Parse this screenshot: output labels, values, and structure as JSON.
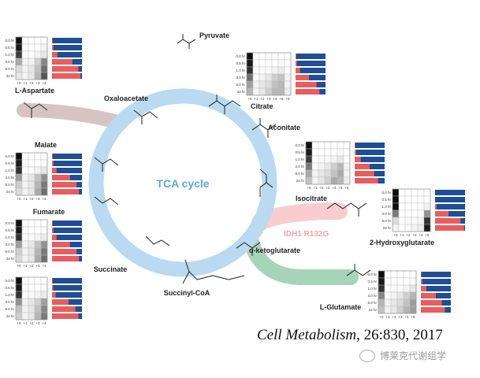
{
  "center_label": "TCA cycle",
  "enzyme_label": "IDH1 R132G",
  "citation": {
    "journal": "Cell Metabolism",
    "rest": ", 26:830, 2017"
  },
  "watermark": "博莱克代谢组学",
  "colors": {
    "cycle": "#b9daf1",
    "center_text": "#5aa9dc",
    "enzyme_text": "#f4a3a6",
    "heavy_bar": "#e85d5f",
    "light_bar": "#1f4e96",
    "pyruvate_band": "#8cc9a8",
    "aspartate_band": "#d6c0c0",
    "glutamate_band": "#9fd0b4",
    "idh_band": "#f8c9cb"
  },
  "metabolites": {
    "pyruvate": "Pyruvate",
    "citrate": "Citrate",
    "aconitate": "Aconitate",
    "isocitrate": "Isocitrate",
    "akg": "α-ketoglutarate",
    "succinyl_coa": "Succinyl-CoA",
    "succinate": "Succinate",
    "fumarate": "Fumarate",
    "malate": "Malate",
    "oxaloacetate": "Oxaloacetate",
    "aspartate": "L-Aspartate",
    "glutamate": "L-Glutamate",
    "hg": "2-Hydroxyglutarate"
  },
  "time_labels": [
    "0.0 hr",
    "0.5 hr",
    "1.0 hr",
    "3.0 hr",
    "8.0 hr",
    "24 hr"
  ],
  "panels": [
    {
      "name": "aspartate",
      "isotopologues": [
        "+0",
        "+1",
        "+2",
        "+3",
        "+4"
      ],
      "heatmap": [
        [
          1,
          0,
          0,
          0,
          0
        ],
        [
          0.95,
          0,
          0,
          0,
          0.05
        ],
        [
          0.8,
          0,
          0,
          0.05,
          0.1
        ],
        [
          0.35,
          0.05,
          0.05,
          0.2,
          0.5
        ],
        [
          0.15,
          0.05,
          0.1,
          0.25,
          0.6
        ],
        [
          0.1,
          0.05,
          0.1,
          0.3,
          0.7
        ]
      ],
      "labeled_fraction": [
        0.02,
        0.05,
        0.18,
        0.68,
        0.88,
        0.95
      ]
    },
    {
      "name": "citrate",
      "isotopologues": [
        "+0",
        "+1",
        "+2",
        "+3",
        "+4",
        "+5",
        "+6"
      ],
      "heatmap": [
        [
          1,
          0,
          0,
          0,
          0,
          0,
          0
        ],
        [
          0.95,
          0,
          0,
          0,
          0,
          0.02,
          0
        ],
        [
          0.85,
          0,
          0.02,
          0.02,
          0.05,
          0.08,
          0
        ],
        [
          0.6,
          0.02,
          0.05,
          0.1,
          0.2,
          0.25,
          0.05
        ],
        [
          0.4,
          0.05,
          0.1,
          0.15,
          0.25,
          0.3,
          0.05
        ],
        [
          0.3,
          0.05,
          0.1,
          0.2,
          0.3,
          0.3,
          0.08
        ]
      ],
      "labeled_fraction": [
        0.02,
        0.05,
        0.15,
        0.45,
        0.7,
        0.8
      ]
    },
    {
      "name": "isocitrate",
      "isotopologues": [
        "+0",
        "+1",
        "+2",
        "+3",
        "+4",
        "+5",
        "+6"
      ],
      "heatmap": [
        [
          1,
          0,
          0,
          0,
          0,
          0,
          0
        ],
        [
          0.95,
          0,
          0,
          0,
          0,
          0.02,
          0
        ],
        [
          0.8,
          0,
          0.02,
          0.02,
          0.05,
          0.1,
          0
        ],
        [
          0.55,
          0.02,
          0.05,
          0.1,
          0.2,
          0.3,
          0.05
        ],
        [
          0.35,
          0.05,
          0.1,
          0.15,
          0.25,
          0.35,
          0.05
        ],
        [
          0.25,
          0.05,
          0.1,
          0.2,
          0.35,
          0.3,
          0.08
        ]
      ],
      "labeled_fraction": [
        0.02,
        0.05,
        0.2,
        0.5,
        0.65,
        0.78
      ]
    },
    {
      "name": "malate",
      "isotopologues": [
        "+0",
        "+1",
        "+2",
        "+3",
        "+4"
      ],
      "heatmap": [
        [
          1,
          0,
          0,
          0,
          0
        ],
        [
          0.95,
          0,
          0,
          0,
          0.02
        ],
        [
          0.85,
          0,
          0.02,
          0.05,
          0.1
        ],
        [
          0.4,
          0.05,
          0.1,
          0.25,
          0.45
        ],
        [
          0.2,
          0.05,
          0.1,
          0.3,
          0.55
        ],
        [
          0.15,
          0.05,
          0.1,
          0.35,
          0.6
        ]
      ],
      "labeled_fraction": [
        0.02,
        0.05,
        0.15,
        0.6,
        0.82,
        0.9
      ]
    },
    {
      "name": "hg",
      "isotopologues": [
        "+0",
        "+1",
        "+2",
        "+3",
        "+4",
        "+5"
      ],
      "heatmap": [
        [
          1,
          0,
          0,
          0,
          0,
          0
        ],
        [
          1,
          0,
          0,
          0,
          0,
          0
        ],
        [
          1,
          0,
          0,
          0,
          0,
          0.05
        ],
        [
          0.55,
          0,
          0,
          0,
          0,
          0.45
        ],
        [
          0.15,
          0,
          0.02,
          0.02,
          0.05,
          0.85
        ],
        [
          0.05,
          0,
          0.02,
          0.05,
          0.08,
          0.95
        ]
      ],
      "labeled_fraction": [
        0,
        0,
        0.05,
        0.45,
        0.85,
        0.97
      ]
    },
    {
      "name": "fumarate",
      "isotopologues": [
        "+0",
        "+1",
        "+2",
        "+3",
        "+4"
      ],
      "heatmap": [
        [
          1,
          0,
          0,
          0,
          0
        ],
        [
          0.95,
          0,
          0,
          0,
          0.02
        ],
        [
          0.85,
          0,
          0.02,
          0.05,
          0.08
        ],
        [
          0.4,
          0.05,
          0.1,
          0.25,
          0.45
        ],
        [
          0.2,
          0.05,
          0.1,
          0.3,
          0.55
        ],
        [
          0.15,
          0.05,
          0.1,
          0.35,
          0.6
        ]
      ],
      "labeled_fraction": [
        0.02,
        0.05,
        0.15,
        0.6,
        0.82,
        0.9
      ]
    },
    {
      "name": "succinate",
      "isotopologues": [
        "+0",
        "+1",
        "+2",
        "+3",
        "+4"
      ],
      "heatmap": [
        [
          1,
          0,
          0,
          0,
          0
        ],
        [
          0.95,
          0,
          0,
          0,
          0.02
        ],
        [
          0.85,
          0,
          0.02,
          0.05,
          0.08
        ],
        [
          0.45,
          0.05,
          0.1,
          0.2,
          0.4
        ],
        [
          0.25,
          0.05,
          0.1,
          0.25,
          0.5
        ],
        [
          0.2,
          0.05,
          0.1,
          0.3,
          0.55
        ]
      ],
      "labeled_fraction": [
        0.02,
        0.04,
        0.12,
        0.55,
        0.78,
        0.88
      ]
    },
    {
      "name": "glutamate",
      "isotopologues": [
        "+0",
        "+1",
        "+2",
        "+3",
        "+4",
        "+5"
      ],
      "heatmap": [
        [
          1,
          0,
          0,
          0,
          0,
          0
        ],
        [
          0.95,
          0,
          0,
          0,
          0,
          0.02
        ],
        [
          0.85,
          0,
          0.02,
          0.02,
          0.05,
          0.1
        ],
        [
          0.5,
          0.02,
          0.05,
          0.1,
          0.2,
          0.3
        ],
        [
          0.3,
          0.05,
          0.1,
          0.15,
          0.25,
          0.4
        ],
        [
          0.25,
          0.05,
          0.1,
          0.2,
          0.3,
          0.4
        ]
      ],
      "labeled_fraction": [
        0.02,
        0.05,
        0.18,
        0.5,
        0.7,
        0.8
      ]
    }
  ]
}
